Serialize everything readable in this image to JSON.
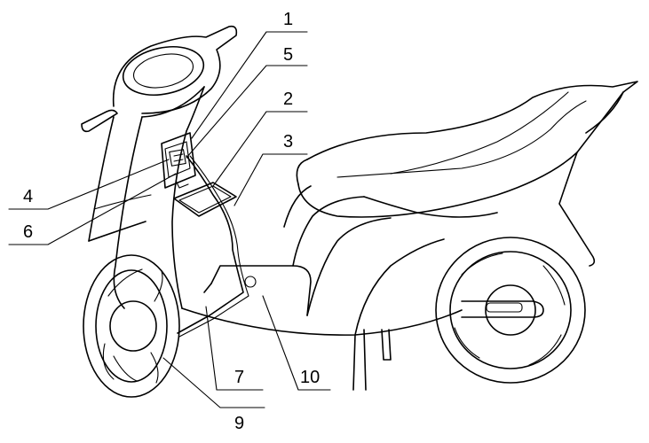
{
  "figure": {
    "callouts": [
      {
        "id": "1",
        "text": "1"
      },
      {
        "id": "5",
        "text": "5"
      },
      {
        "id": "2",
        "text": "2"
      },
      {
        "id": "3",
        "text": "3"
      },
      {
        "id": "4",
        "text": "4"
      },
      {
        "id": "6",
        "text": "6"
      },
      {
        "id": "7",
        "text": "7"
      },
      {
        "id": "10",
        "text": "10"
      },
      {
        "id": "9",
        "text": "9"
      }
    ]
  }
}
